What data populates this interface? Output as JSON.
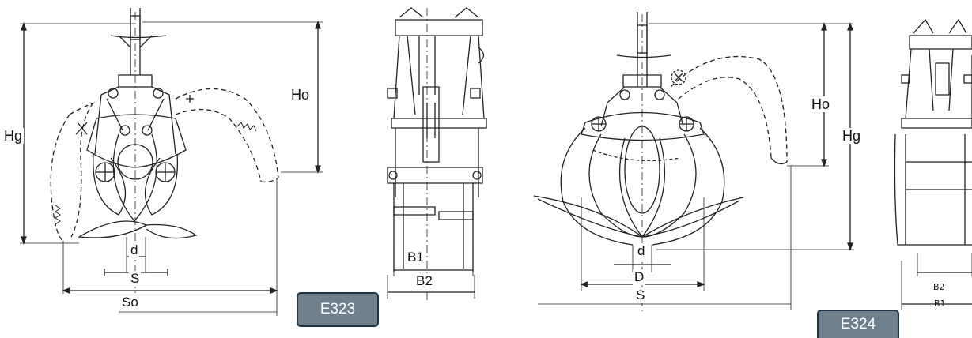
{
  "figures": [
    {
      "model": "E323",
      "side_dimensions": {
        "ho": "Ho",
        "hg": "Hg",
        "d": "d",
        "s": "S",
        "so": "So"
      },
      "front_dimensions": {
        "b1": "B1",
        "b2": "B2"
      }
    },
    {
      "model": "E324",
      "side_dimensions": {
        "ho": "Ho",
        "hg": "Hg",
        "d": "d",
        "big_d": "D",
        "s": "S"
      },
      "front_dimensions": {
        "b2": "B2",
        "b1": "B1"
      }
    }
  ],
  "colors": {
    "badge_fill": "#6f7f8c",
    "badge_border": "#1f3346",
    "line": "#222222"
  }
}
